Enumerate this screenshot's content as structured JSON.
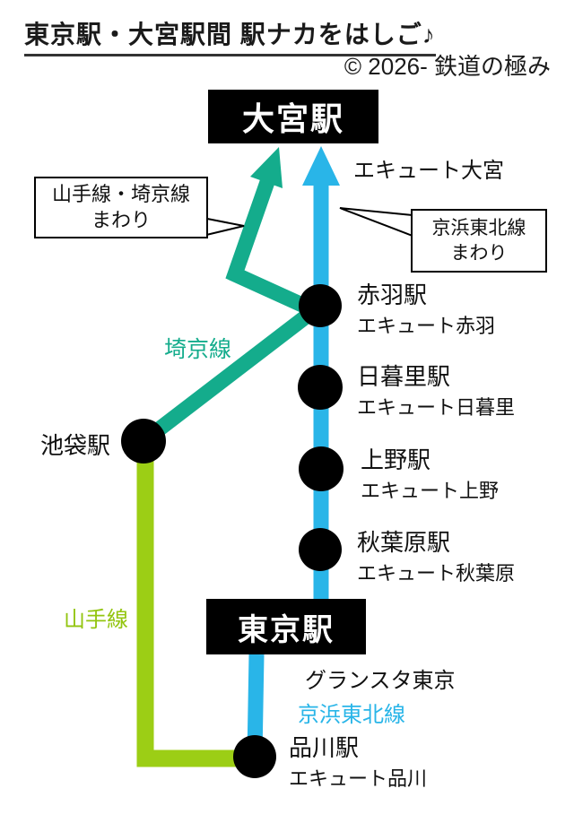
{
  "header": {
    "title": "東京駅・大宮駅間 駅ナカをはしご♪",
    "copyright": "© 2026- 鉄道の極み"
  },
  "colors": {
    "saikyo_teal": "#14ac8c",
    "keihin_blue": "#29b5e8",
    "yamanote_green": "#9cce15",
    "station_node_black": "#000000",
    "callout_fill": "#ffffff",
    "callout_border": "#000000"
  },
  "terminals": {
    "omiya": {
      "name": "大宮駅",
      "shop": "エキュート大宮"
    },
    "tokyo": {
      "name": "東京駅",
      "shop": "グランスタ東京"
    }
  },
  "callouts": {
    "left": {
      "line1": "山手線・埼京線",
      "line2": "まわり"
    },
    "right": {
      "line1": "京浜東北線",
      "line2": "まわり"
    }
  },
  "line_labels": {
    "saikyo": "埼京線",
    "yamanote": "山手線",
    "keihin": "京浜東北線"
  },
  "stations": [
    {
      "name": "赤羽駅",
      "shop": "エキュート赤羽"
    },
    {
      "name": "日暮里駅",
      "shop": "エキュート日暮里"
    },
    {
      "name": "上野駅",
      "shop": "エキュート上野"
    },
    {
      "name": "秋葉原駅",
      "shop": "エキュート秋葉原"
    },
    {
      "name": "池袋駅"
    },
    {
      "name": "品川駅",
      "shop": "エキュート品川"
    }
  ]
}
